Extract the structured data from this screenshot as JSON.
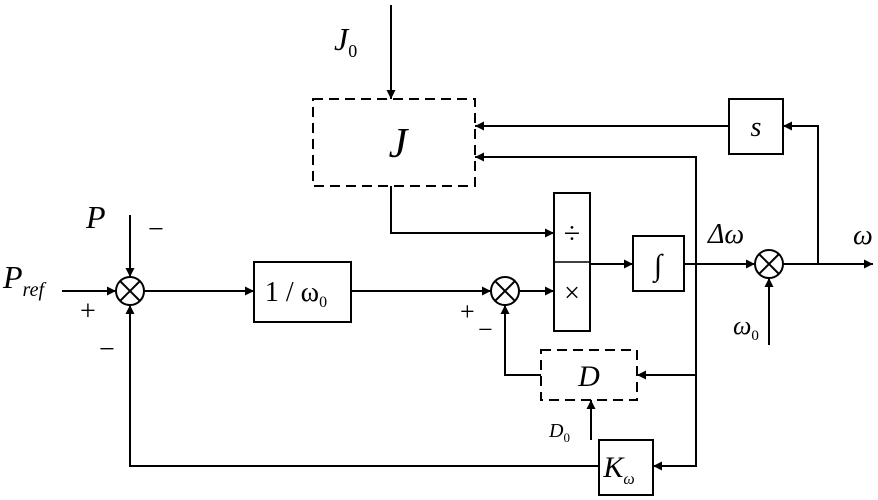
{
  "signals": {
    "j0": {
      "main": "J",
      "sub": "0"
    },
    "p": "P",
    "p_sign": "−",
    "pref": {
      "main": "P",
      "sub": "ref"
    },
    "pref_sign": "+",
    "fb_sign": "−",
    "sum2_plus": "+",
    "sum2_minus": "−",
    "delta_omega": "Δω",
    "omega0": {
      "main": "ω",
      "sub": "0"
    },
    "omega_out": "ω",
    "d0": {
      "main": "D",
      "sub": "0"
    }
  },
  "blocks": {
    "j": "J",
    "s": "s",
    "inv_omega0": {
      "main": "1 / ω",
      "sub": "0"
    },
    "divide": "÷",
    "multiply": "×",
    "integrator": "∫",
    "d": "D",
    "kw": {
      "main": "K",
      "sub": "ω"
    }
  },
  "colors": {
    "line": "#000000",
    "background": "#ffffff"
  }
}
